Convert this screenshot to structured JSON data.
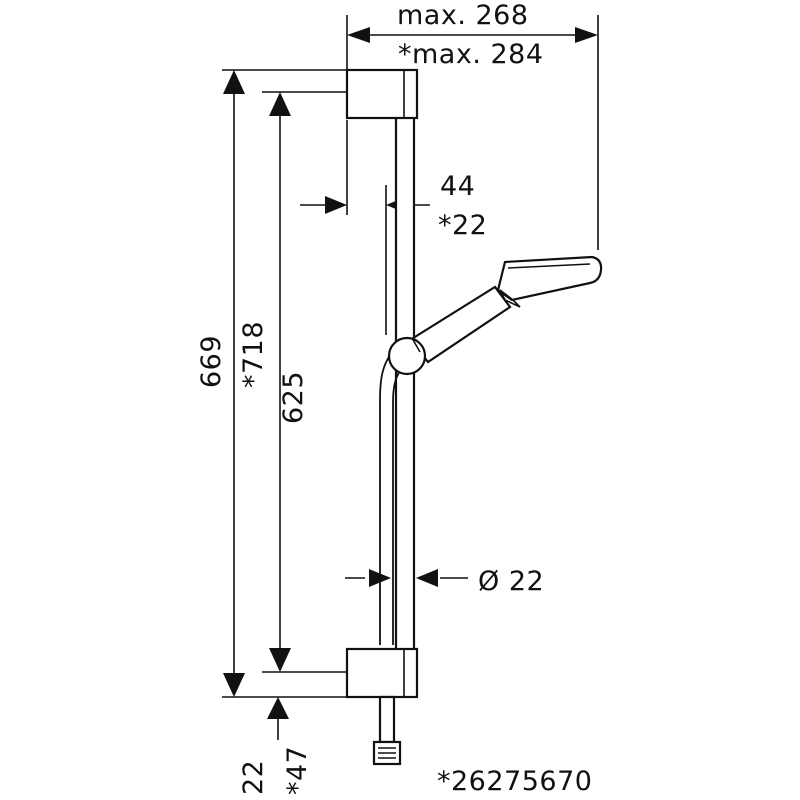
{
  "drawing": {
    "dimensions": {
      "width_max": "max. 268",
      "width_max_alt": "*max. 284",
      "bar_offset": "44",
      "bar_offset_alt": "*22",
      "total_height": "669",
      "total_height_alt": "*718",
      "inner_height": "625",
      "bar_diameter": "Ø 22",
      "bottom_offset": "22",
      "bottom_offset_alt": "*47"
    },
    "article_number": "*26275670"
  }
}
